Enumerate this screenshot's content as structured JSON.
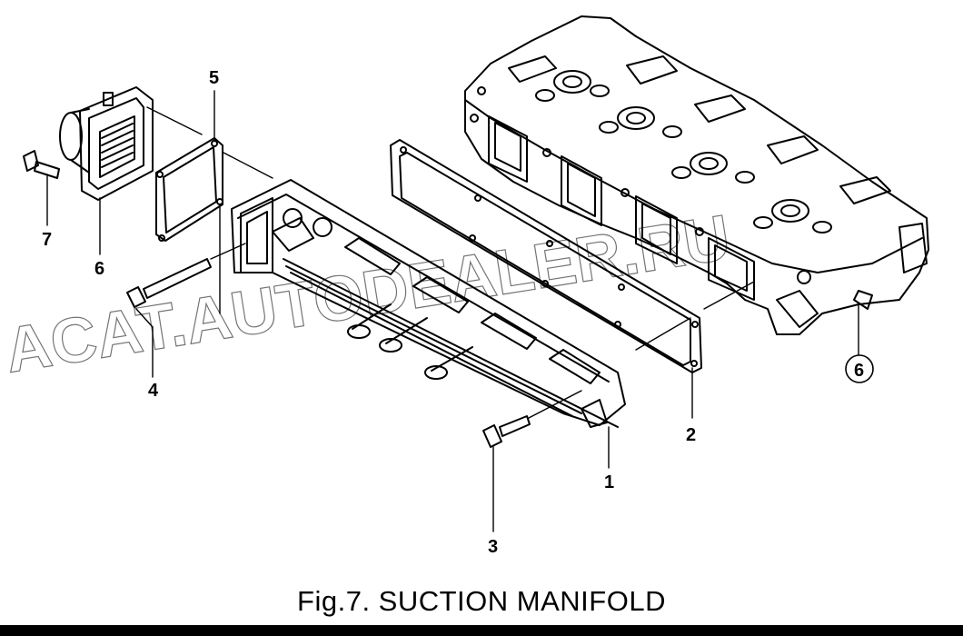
{
  "figure": {
    "caption": "Fig.7.  SUCTION MANIFOLD",
    "watermark": "ACAT.AUTODEALER.RU"
  },
  "callouts": [
    {
      "id": "part-1",
      "label": "1"
    },
    {
      "id": "part-2",
      "label": "2"
    },
    {
      "id": "part-3",
      "label": "3"
    },
    {
      "id": "part-4",
      "label": "4"
    },
    {
      "id": "part-5",
      "label": "5"
    },
    {
      "id": "part-6-cover",
      "label": "6"
    },
    {
      "id": "part-6-head",
      "label": "6"
    },
    {
      "id": "part-7",
      "label": "7"
    }
  ]
}
